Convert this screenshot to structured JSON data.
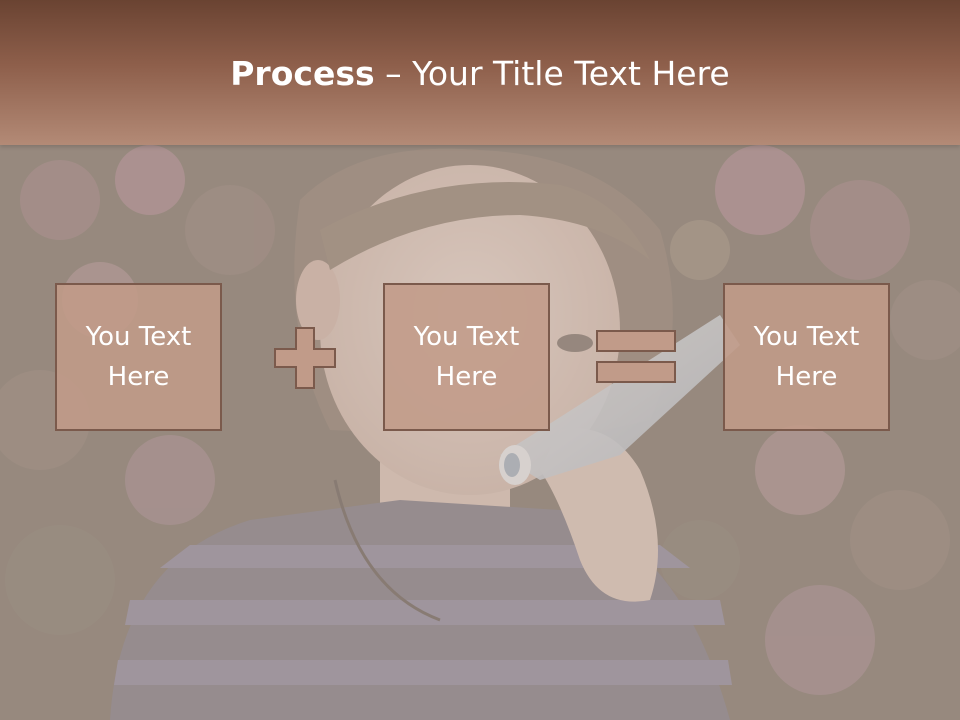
{
  "slide": {
    "title_bold": "Process",
    "title_dash": " – ",
    "title_rest": "Your Title Text Here"
  },
  "boxes": [
    {
      "label": "You Text\nHere"
    },
    {
      "label": "You Text\nHere"
    },
    {
      "label": "You Text\nHere"
    }
  ],
  "operators": [
    "plus-icon",
    "equals-icon"
  ],
  "colors": {
    "title_bar_top": "#6a4332",
    "title_bar_bottom": "#b38a76",
    "box_fill": "#c19b89",
    "box_border": "#7b5a4c",
    "operator_fill": "#c19b89",
    "operator_stroke": "#7b5a4c"
  }
}
